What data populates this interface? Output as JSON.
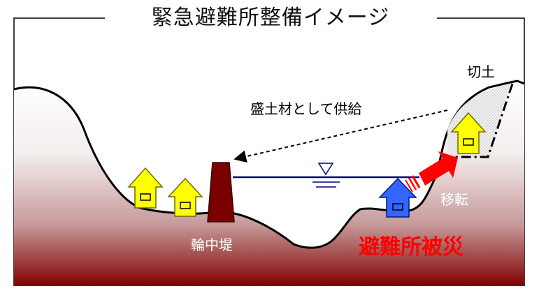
{
  "title": "緊急避難所整備イメージ",
  "labels": {
    "cut": "切土",
    "fill_supply": "盛土材として供給",
    "relocation": "移転",
    "levee": "輪中堤",
    "disaster": "避難所被災"
  },
  "colors": {
    "ground_top": "#ffffff",
    "ground_bottom": "#800000",
    "levee": "#7a0000",
    "water_line": "#000080",
    "house_yellow": "#ffff00",
    "house_blue": "#3366ff",
    "arrow_red": "#ff0000",
    "disaster_text": "#ff0000",
    "outline": "#000000"
  },
  "icons": [
    "water-level-icon",
    "house-icon",
    "relocation-arrow-icon",
    "dashed-arrow-icon"
  ]
}
